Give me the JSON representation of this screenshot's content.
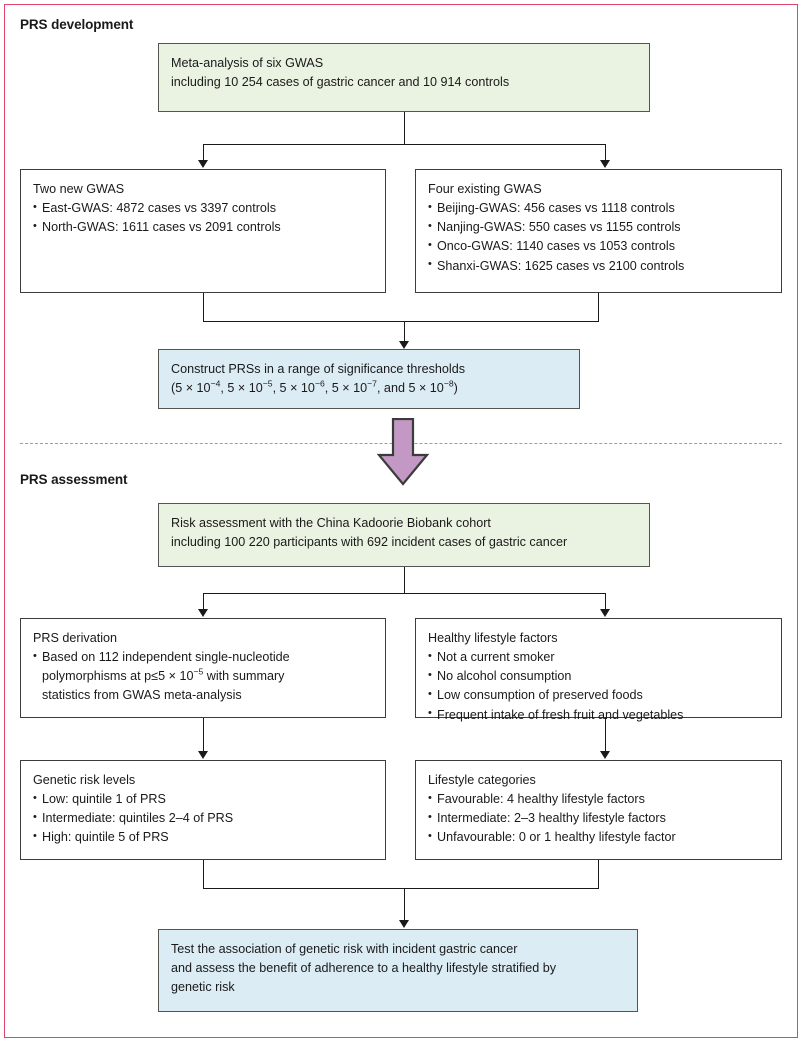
{
  "figure": {
    "title": "PRS development and assessment flowchart",
    "frame_color": "#e4416b",
    "green_fill": "#eaf2e2",
    "blue_fill": "#dcecf4",
    "purple_arrow_fill": "#c398c4",
    "purple_arrow_stroke": "#3b3b3b",
    "divider_color": "#8ba3b5"
  },
  "sections": {
    "development_label": "PRS development",
    "assessment_label": "PRS assessment"
  },
  "nodes": {
    "meta_analysis": {
      "line1": "Meta-analysis of six GWAS",
      "line2": "including 10 254 cases of gastric cancer and 10 914 controls"
    },
    "two_new_gwas": {
      "title": "Two new GWAS",
      "items": [
        "East-GWAS: 4872 cases vs 3397 controls",
        "North-GWAS: 1611 cases vs 2091 controls"
      ]
    },
    "four_existing_gwas": {
      "title": "Four existing GWAS",
      "items": [
        "Beijing-GWAS: 456 cases vs 1118 controls",
        "Nanjing-GWAS: 550 cases vs 1155 controls",
        "Onco-GWAS: 1140 cases vs 1053 controls",
        "Shanxi-GWAS: 1625 cases vs 2100 controls"
      ]
    },
    "construct_prs": {
      "line1": "Construct PRSs in a range of significance thresholds",
      "line2_prefix": "(5 × 10",
      "exp1": "−4",
      "sep1": ", 5 × 10",
      "exp2": "−5",
      "sep2": ", 5 × 10",
      "exp3": "−6",
      "sep3": ", 5 × 10",
      "exp4": "−7",
      "sep4": ", and 5 × 10",
      "exp5": "−8",
      "line2_suffix": ")"
    },
    "risk_assessment": {
      "line1": "Risk assessment with the China Kadoorie Biobank cohort",
      "line2": "including 100 220 participants with 692 incident cases of gastric cancer"
    },
    "prs_derivation": {
      "title": "PRS derivation",
      "item_part1": "Based on 112 independent single-nucleotide",
      "item_part2": "polymorphisms at p≤5 × 10",
      "item_exp": "−5",
      "item_part3": " with summary",
      "item_part4": "statistics from GWAS meta-analysis"
    },
    "healthy_lifestyle_factors": {
      "title": "Healthy lifestyle factors",
      "items": [
        "Not a current smoker",
        "No alcohol consumption",
        "Low consumption of preserved foods",
        "Frequent intake of fresh fruit and vegetables"
      ]
    },
    "genetic_risk_levels": {
      "title": "Genetic risk levels",
      "items": [
        "Low: quintile 1 of PRS",
        "Intermediate: quintiles 2–4 of PRS",
        "High: quintile 5 of PRS"
      ]
    },
    "lifestyle_categories": {
      "title": "Lifestyle categories",
      "items": [
        "Favourable: 4 healthy lifestyle factors",
        "Intermediate: 2–3 healthy lifestyle factors",
        "Unfavourable: 0 or 1 healthy lifestyle factor"
      ]
    },
    "test_association": {
      "line1": "Test the association of genetic risk with incident gastric cancer",
      "line2": "and assess the benefit of adherence to a healthy lifestyle stratified by",
      "line3": "genetic risk"
    }
  }
}
